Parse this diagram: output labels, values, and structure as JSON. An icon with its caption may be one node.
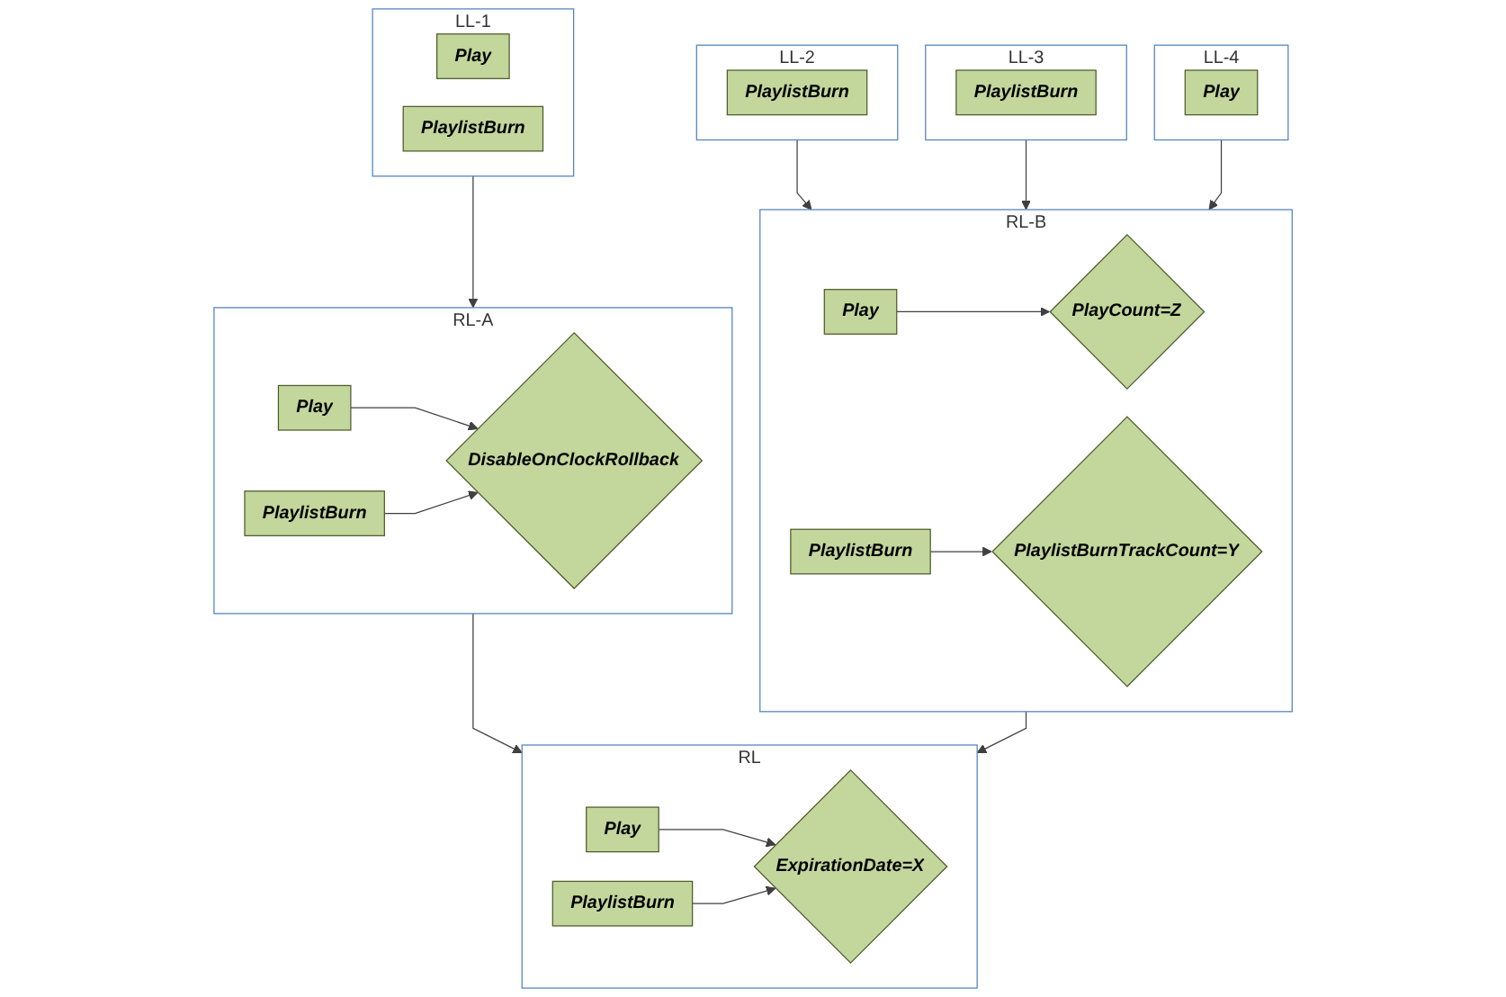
{
  "diagram": {
    "nodes": [
      {
        "text": [
          "RL"
        ]
      },
      {
        "text": [
          "Play"
        ],
        "in": 0
      },
      {
        "text": [
          "PlaylistBurn"
        ],
        "in": 0
      },
      {
        "text": [
          "ExpirationDate=X"
        ],
        "in": 0
      },
      {
        "text": [
          "RL-A"
        ]
      },
      {
        "text": [
          "Play"
        ],
        "in": 4
      },
      {
        "text": [
          "PlaylistBurn"
        ],
        "in": 4
      },
      {
        "text": [
          "DisableOnClockRollback"
        ],
        "in": 4
      },
      {
        "text": [
          "RL-B"
        ]
      },
      {
        "text": [
          "Play"
        ],
        "in": 8
      },
      {
        "text": [
          "PlaylistBurn"
        ],
        "in": 8
      },
      {
        "text": [
          "PlayCount=Z"
        ],
        "in": 8
      },
      {
        "text": [
          "PlaylistBurnTrackCount=Y"
        ],
        "in": 8
      },
      {
        "text": [
          "LL-1"
        ]
      },
      {
        "text": [
          "Play"
        ],
        "in": 13
      },
      {
        "text": [
          "PlaylistBurn"
        ],
        "in": 13
      },
      {
        "text": [
          "LL-2"
        ]
      },
      {
        "text": [
          "PlaylistBurn"
        ],
        "in": 16
      },
      {
        "text": [
          "LL-3"
        ]
      },
      {
        "text": [
          "PlaylistBurn"
        ],
        "in": 18
      },
      {
        "text": [
          "LL-4"
        ]
      },
      {
        "text": [
          "Play"
        ],
        "in": 20
      }
    ],
    "edges": [
      {
        "from": 1,
        "to": 3,
        "arrow": "to"
      },
      {
        "from": 2,
        "to": 3,
        "arrow": "to"
      },
      {
        "from": 5,
        "to": 7,
        "arrow": "to"
      },
      {
        "from": 6,
        "to": 7,
        "arrow": "to"
      },
      {
        "from": 9,
        "to": 11,
        "arrow": "to"
      },
      {
        "from": 10,
        "to": 12,
        "arrow": "to"
      },
      {
        "from": 4,
        "to": 0,
        "arrow": "to"
      },
      {
        "from": 8,
        "to": 0,
        "arrow": "to"
      },
      {
        "from": 13,
        "to": 4,
        "arrow": "to"
      },
      {
        "from": 16,
        "to": 8,
        "arrow": "to"
      },
      {
        "from": 18,
        "to": 8,
        "arrow": "to"
      },
      {
        "from": 20,
        "to": 8,
        "arrow": "to"
      }
    ]
  }
}
